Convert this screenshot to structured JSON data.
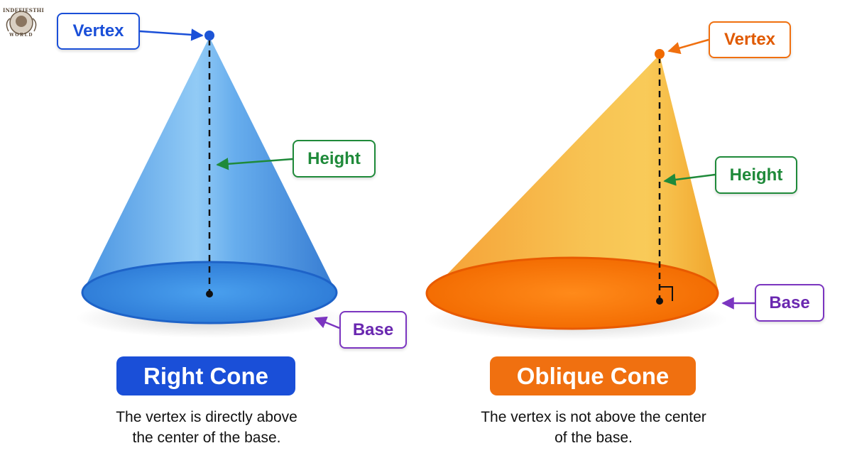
{
  "logo": {
    "top_text": "INDEFIESTHI",
    "bottom_text": "WORLD"
  },
  "right_cone": {
    "vertex_label": "Vertex",
    "height_label": "Height",
    "base_label": "Base",
    "title": "Right Cone",
    "caption_line1": "The vertex is directly above",
    "caption_line2": "the center of the base.",
    "color": "#1a4fd8"
  },
  "oblique_cone": {
    "vertex_label": "Vertex",
    "height_label": "Height",
    "base_label": "Base",
    "title": "Oblique Cone",
    "caption_line1": "The vertex is not above the center",
    "caption_line2": "of the base.",
    "color": "#f07010"
  },
  "colors": {
    "blue": "#1a4fd8",
    "orange": "#f07010",
    "green": "#1f8a3a",
    "purple": "#7b35c0"
  }
}
